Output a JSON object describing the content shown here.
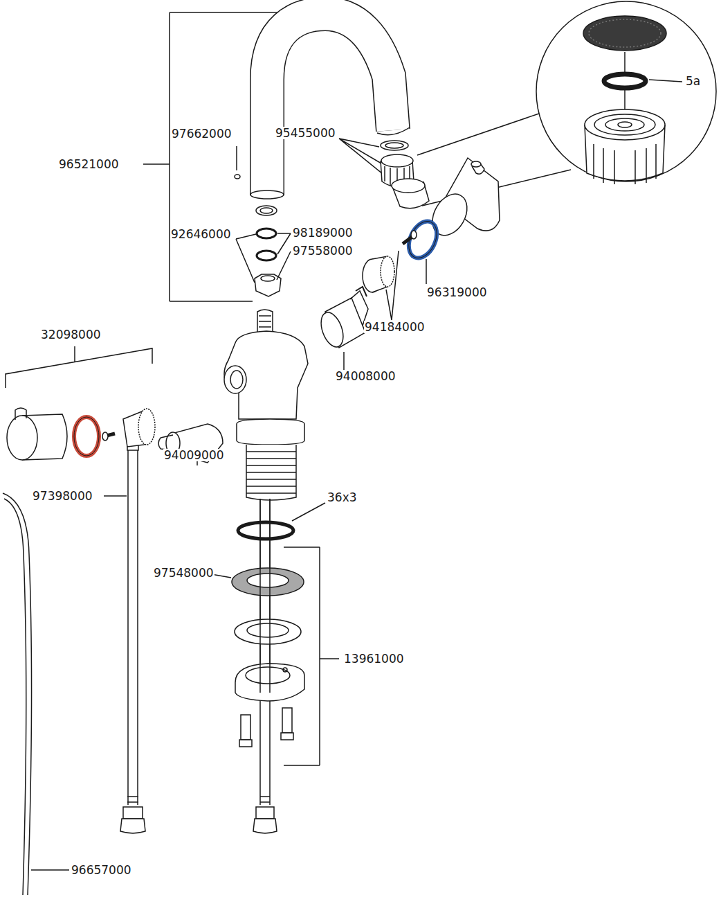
{
  "diagram": {
    "labels": [
      "96521000",
      "97662000",
      "95455000",
      "5a",
      "92646000",
      "98189000",
      "97558000",
      "96319000",
      "94184000",
      "32098000",
      "94008000",
      "94009000",
      "97398000",
      "36x3",
      "97548000",
      "13961000",
      "96657000"
    ]
  }
}
